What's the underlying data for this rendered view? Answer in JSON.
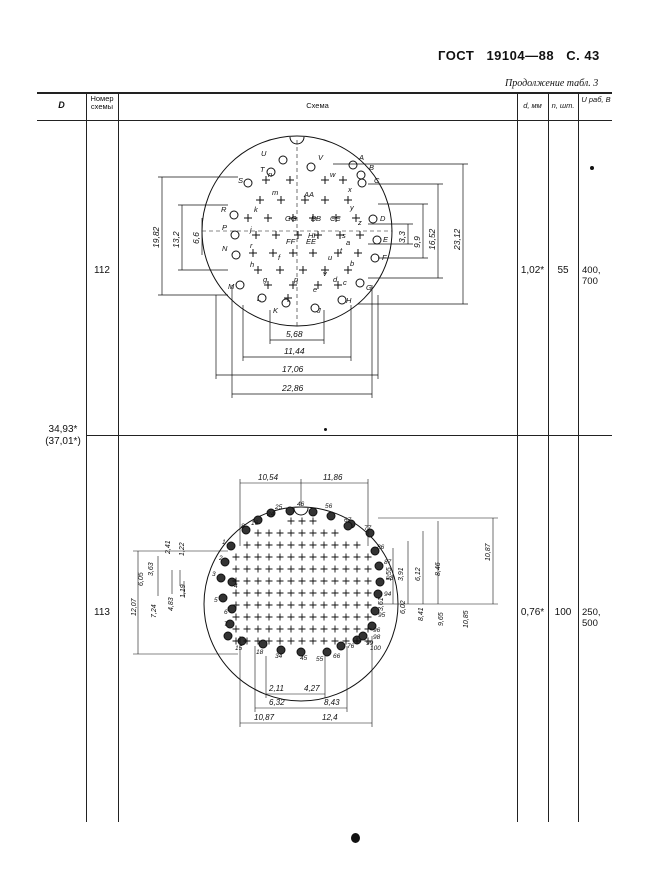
{
  "header": {
    "standard": "ГОСТ",
    "number": "19104—88",
    "page": "С. 43"
  },
  "continuation": "Продолжение табл. 3",
  "columns": {
    "d_big": "D",
    "scheme_no": "Номер схемы",
    "scheme": "Схема",
    "d_mm": "d, мм",
    "n_pcs": "n, шт.",
    "u_work": "U раб, В"
  },
  "group": {
    "D": "34,93*",
    "D_alt": "(37,01*)"
  },
  "rows": [
    {
      "scheme_no": "112",
      "d": "1,02*",
      "n": "55",
      "u": "400, 700"
    },
    {
      "scheme_no": "113",
      "d": "0,76*",
      "n": "100",
      "u": "250, 500"
    }
  ],
  "diagram112": {
    "pin_letters": [
      "U",
      "V",
      "T",
      "A",
      "B",
      "S",
      "C",
      "R",
      "D",
      "P",
      "E",
      "N",
      "F",
      "M",
      "G",
      "L",
      "H",
      "K",
      "J"
    ],
    "inner_letters": [
      "n",
      "w",
      "m",
      "x",
      "AA",
      "y",
      "k",
      "z",
      "GG",
      "BB",
      "CC",
      "j",
      "HH",
      "s",
      "FF",
      "EE",
      "t",
      "r",
      "h",
      "u",
      "b",
      "g",
      "e",
      "d",
      "f",
      "p",
      "v",
      "a",
      "c"
    ],
    "dims_h": [
      "5,68",
      "11,44",
      "17,06",
      "22,86"
    ],
    "dims_v_left": [
      "19,82",
      "13,2",
      "6,6"
    ],
    "dims_v_right": [
      "3,3",
      "9,9",
      "16,52",
      "23,12"
    ]
  },
  "diagram113": {
    "pin_numbers": [
      "1",
      "2",
      "3",
      "4",
      "5",
      "6",
      "7",
      "8",
      "15",
      "16",
      "18",
      "24",
      "25",
      "34",
      "45",
      "46",
      "55",
      "56",
      "66",
      "67",
      "76",
      "77",
      "86",
      "87",
      "93",
      "94",
      "95",
      "96",
      "98",
      "99",
      "100"
    ],
    "dims_top": [
      "10,54",
      "11,86"
    ],
    "dims_bottom": [
      "2,11",
      "4,27",
      "6,32",
      "8,43",
      "10,87",
      "12,4"
    ],
    "dims_v_left": [
      "6,05",
      "3,63",
      "2,41",
      "1,22",
      "4,83",
      "1,19",
      "7,24",
      "12,07"
    ],
    "dims_v_right": [
      "1,55",
      "3,91",
      "3,61",
      "6,12",
      "6,02",
      "8,46",
      "8,41",
      "10,87",
      "9,65",
      "10,85"
    ]
  }
}
